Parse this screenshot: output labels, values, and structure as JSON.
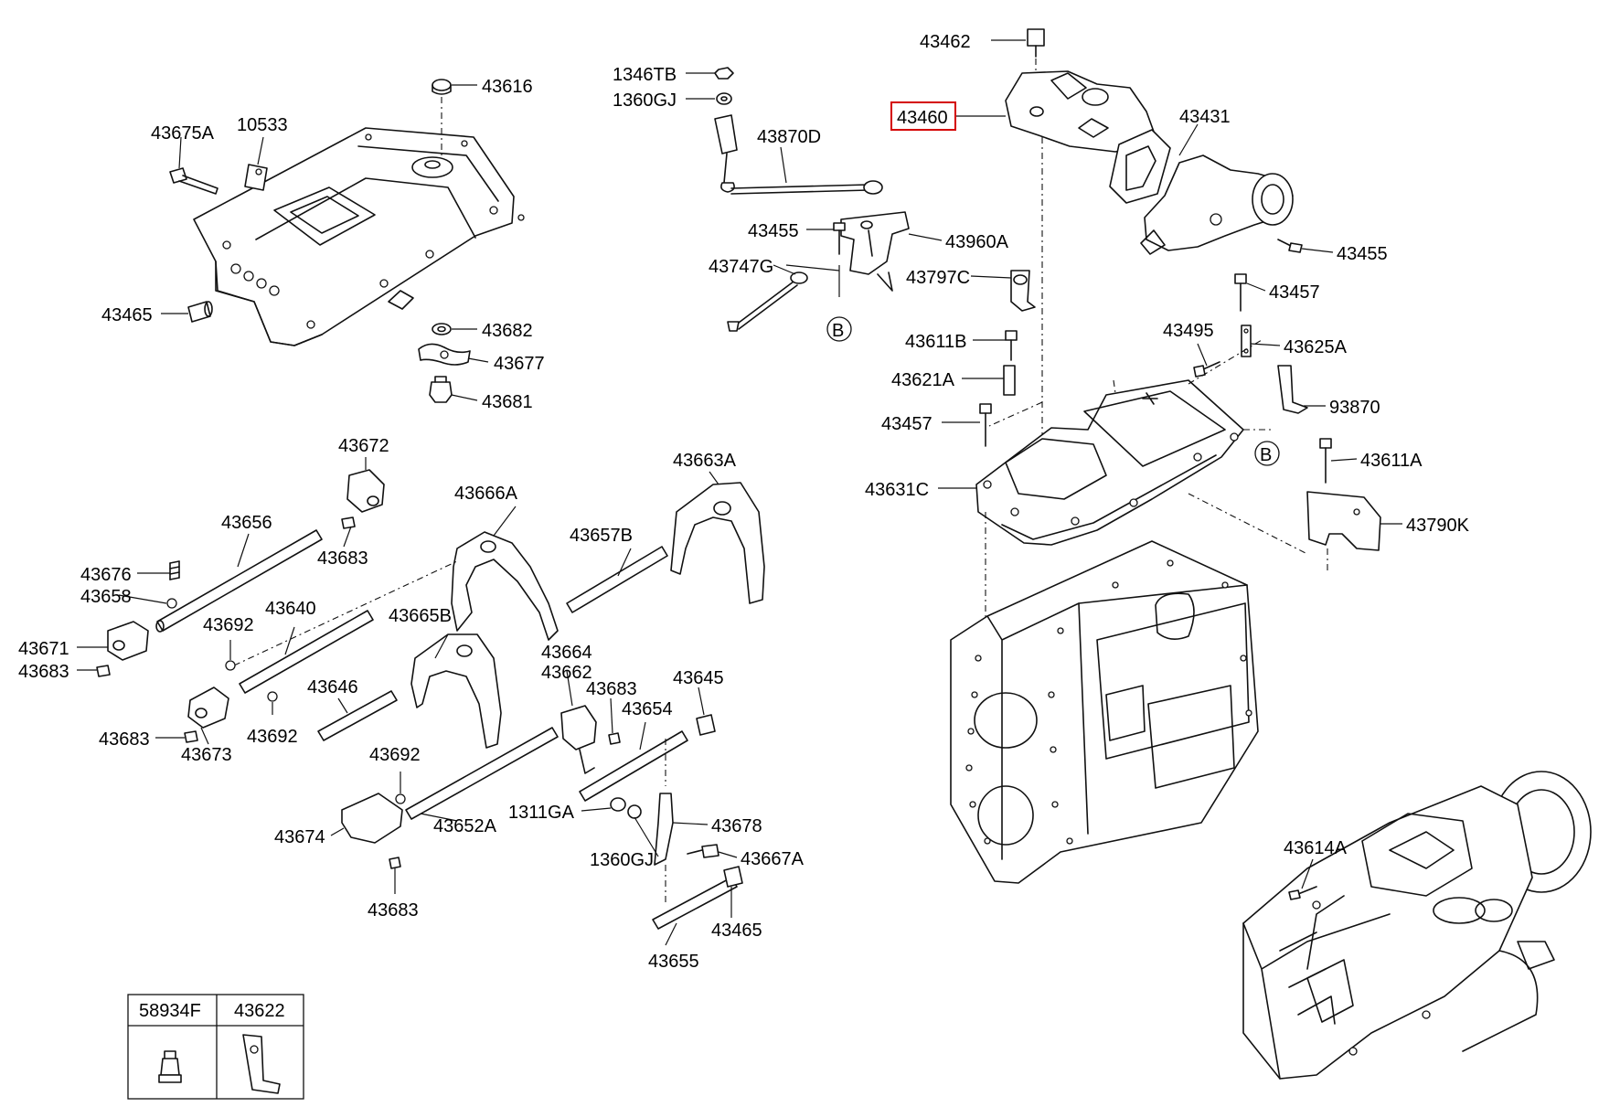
{
  "highlighted_part": "43460",
  "labels": [
    "43462",
    "1346TB",
    "1360GJ",
    "43460",
    "43431",
    "43616",
    "10533",
    "43675A",
    "43870D",
    "43455",
    "43960A",
    "43455",
    "43747G",
    "43797C",
    "43457",
    "43465",
    "43682",
    "43677",
    "43681",
    "43611B",
    "43495",
    "43625A",
    "43621A",
    "93870",
    "43457",
    "43611A",
    "43631C",
    "43790K",
    "43672",
    "43666A",
    "43663A",
    "43656",
    "43683",
    "43657B",
    "43676",
    "43658",
    "43640",
    "43692",
    "43665B",
    "43671",
    "43683",
    "43664",
    "43662",
    "43683",
    "43645",
    "43646",
    "43654",
    "43683",
    "43673",
    "43692",
    "43692",
    "1311GA",
    "43678",
    "43674",
    "43652A",
    "1360GJ",
    "43667A",
    "43683",
    "43465",
    "43655",
    "43614A"
  ],
  "callouts": [
    "B",
    "B"
  ],
  "legend": {
    "headers": [
      "58934F",
      "43622"
    ]
  }
}
